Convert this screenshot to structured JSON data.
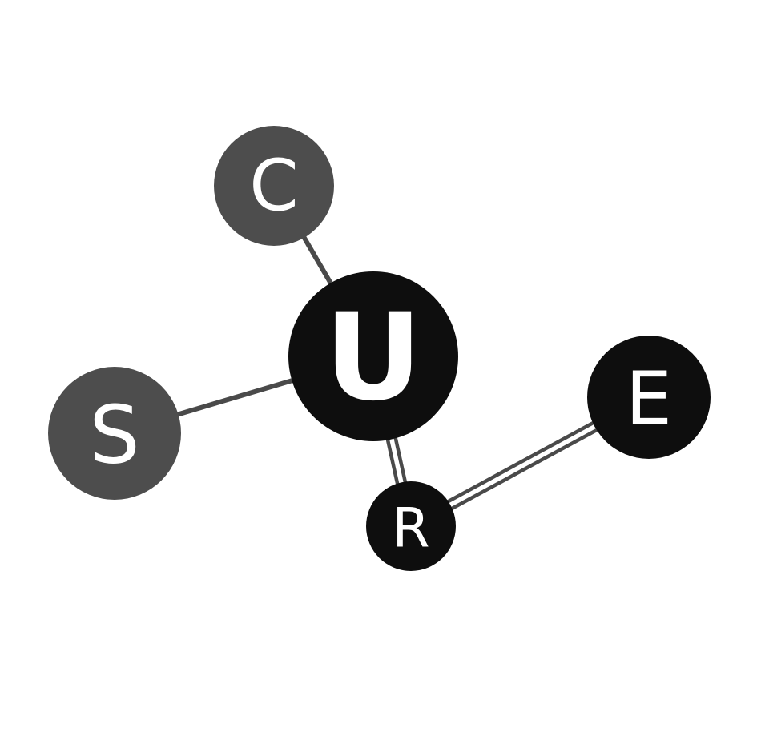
{
  "colors": {
    "background": "#ffffff",
    "dark_node": "#0e0e0e",
    "grey_node": "#4d4d4d",
    "bond": "#4a4a4a",
    "letter": "#ffffff"
  },
  "nodes": [
    {
      "id": "C",
      "letter": "C",
      "shade": "grey"
    },
    {
      "id": "U",
      "letter": "U",
      "shade": "dark"
    },
    {
      "id": "S",
      "letter": "S",
      "shade": "grey"
    },
    {
      "id": "R",
      "letter": "R",
      "shade": "dark"
    },
    {
      "id": "E",
      "letter": "E",
      "shade": "dark"
    }
  ],
  "bonds": [
    {
      "from": "C",
      "to": "U",
      "kind": "single"
    },
    {
      "from": "S",
      "to": "U",
      "kind": "single"
    },
    {
      "from": "U",
      "to": "R",
      "kind": "double"
    },
    {
      "from": "R",
      "to": "E",
      "kind": "double"
    }
  ]
}
